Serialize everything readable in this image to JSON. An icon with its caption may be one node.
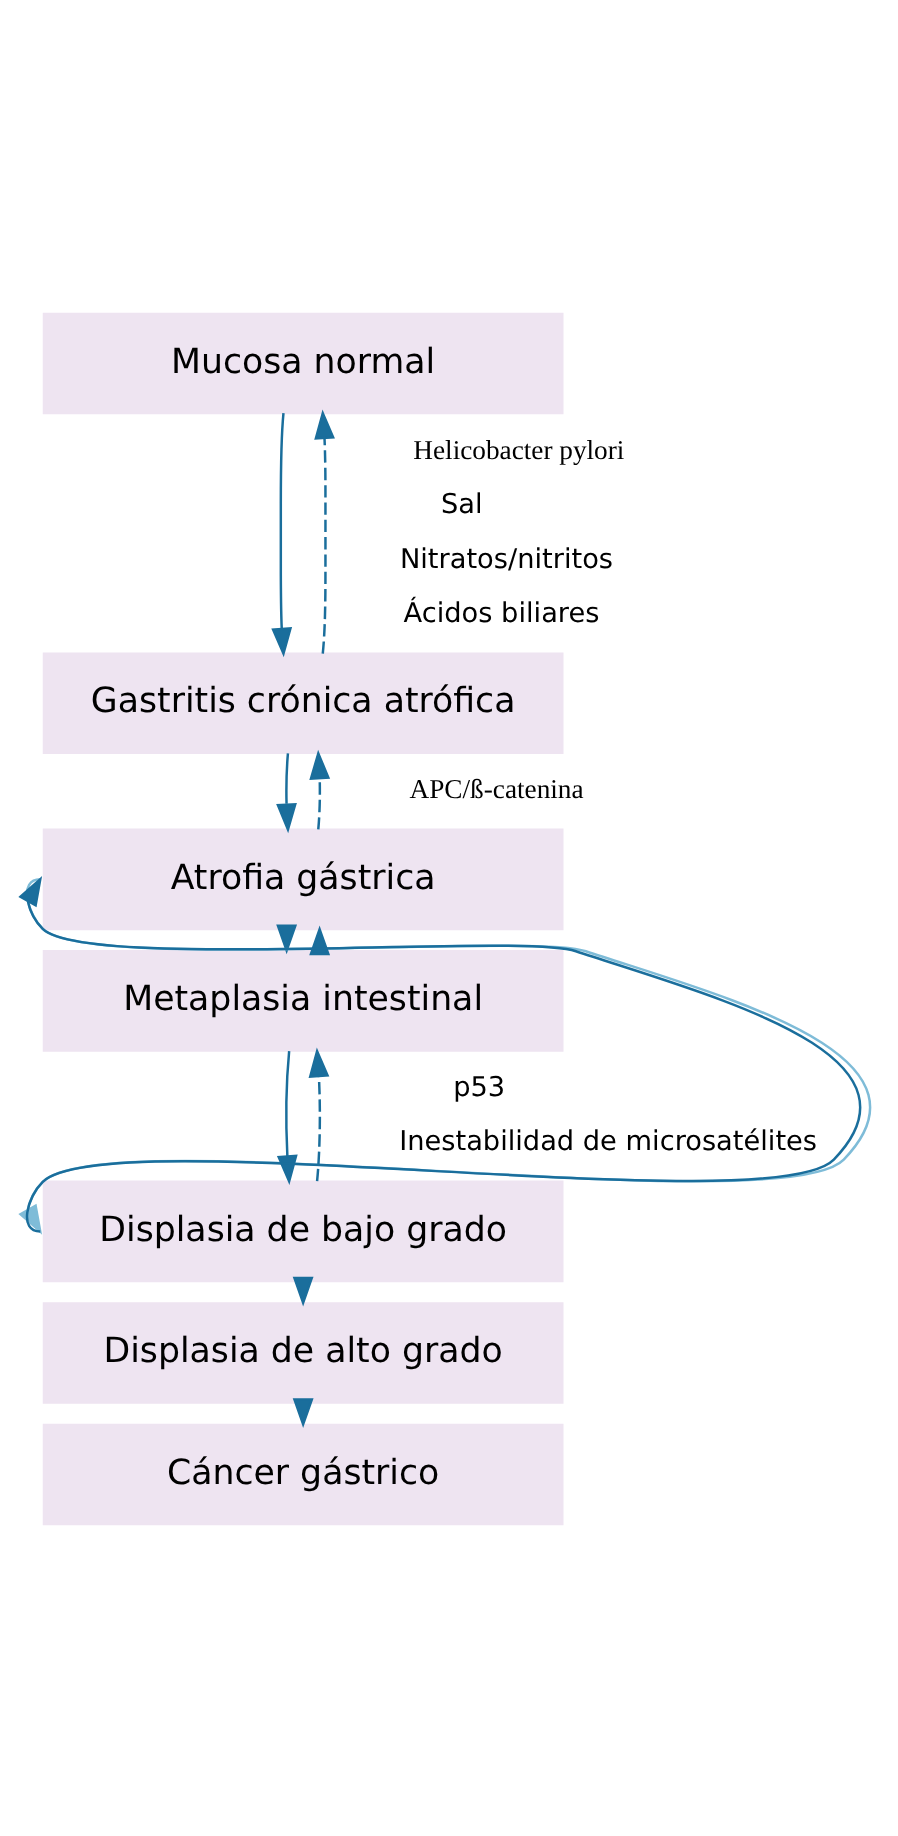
{
  "diagram": {
    "nodes": [
      {
        "text": [
          "Mucosa normal"
        ]
      },
      {
        "text": [
          "Gastritis crónica atrófica"
        ]
      },
      {
        "text": [
          "Atrofia gástrica"
        ]
      },
      {
        "text": [
          "Metaplasia intestinal"
        ]
      },
      {
        "text": [
          "Displasia de bajo grado"
        ]
      },
      {
        "text": [
          "Displasia de alto grado"
        ]
      },
      {
        "text": [
          "Cáncer gástrico"
        ]
      }
    ],
    "edges": [
      {
        "from": 0,
        "to": 1,
        "arrow": "to"
      },
      {
        "from": 1,
        "to": 0,
        "arrow": "to",
        "style": "dashed"
      },
      {
        "from": 1,
        "to": 2,
        "arrow": "to"
      },
      {
        "from": 2,
        "to": 1,
        "arrow": "to",
        "style": "dashed"
      },
      {
        "from": 2,
        "to": 3,
        "arrow": "to"
      },
      {
        "from": 3,
        "to": 2,
        "arrow": "to",
        "style": "dashed"
      },
      {
        "from": 3,
        "to": 4,
        "arrow": "to"
      },
      {
        "from": 4,
        "to": 3,
        "arrow": "to",
        "style": "dashed"
      },
      {
        "from": 4,
        "to": 5,
        "arrow": "to"
      },
      {
        "from": 5,
        "to": 6,
        "arrow": "to"
      },
      {
        "from": 4,
        "to": 2,
        "arrow": "to"
      },
      {
        "from": 2,
        "to": 4,
        "arrow": "to",
        "color": "#7fbcd8"
      }
    ],
    "labels": [
      "Helicobacter pylori",
      "Sal",
      "Nitratos/nitritos",
      "Ácidos biliares",
      "APC/ß-catenina",
      "p53",
      "Inestabilidad de microsatélites"
    ]
  }
}
